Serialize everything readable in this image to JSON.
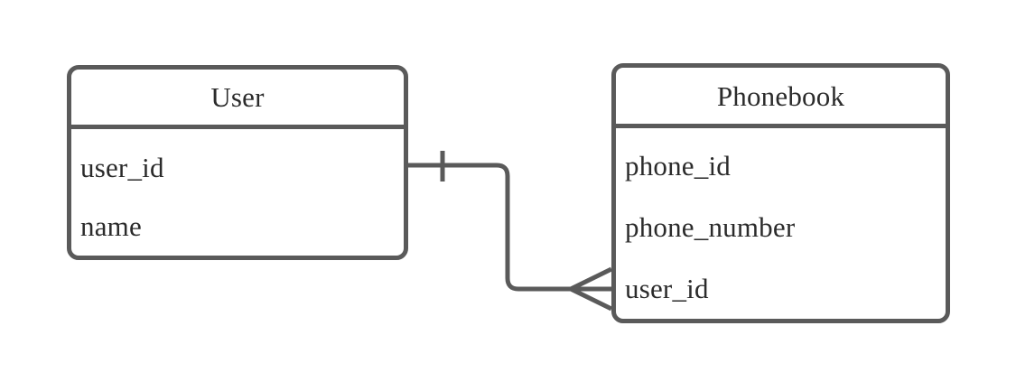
{
  "diagram": {
    "type": "entity-relationship-diagram",
    "notation": "crow's foot",
    "background_color": "#ffffff",
    "stroke_color": "#5a5a5a",
    "text_color": "#2b2b2b"
  },
  "entities": [
    {
      "id": "user",
      "title": "User",
      "attributes": [
        {
          "name": "user_id"
        },
        {
          "name": "name"
        }
      ]
    },
    {
      "id": "phonebook",
      "title": "Phonebook",
      "attributes": [
        {
          "name": "phone_id"
        },
        {
          "name": "phone_number"
        },
        {
          "name": "user_id"
        }
      ]
    }
  ],
  "relationships": [
    {
      "id": "user-to-phonebook",
      "from_entity": "User",
      "to_entity": "Phonebook",
      "from_cardinality": "one",
      "to_cardinality": "many",
      "from_symbol": "one-tick",
      "to_symbol": "crows-foot",
      "label": ""
    }
  ]
}
